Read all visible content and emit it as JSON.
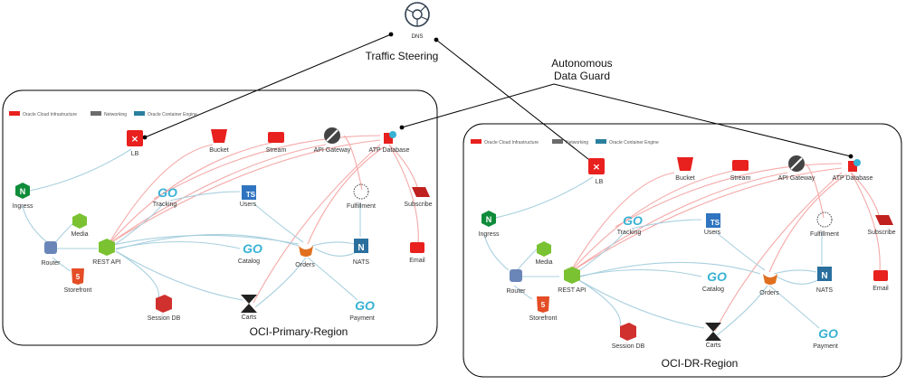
{
  "dns": {
    "label": "DNS"
  },
  "traffic_steering": "Traffic Steering",
  "data_guard": {
    "line1": "Autonomous",
    "line2": "Data Guard"
  },
  "legend": {
    "oci": "Oracle Cloud Infrastructure",
    "networking": "Networking",
    "oke": "Oracle Container Engine"
  },
  "colors": {
    "oci_red": "#e8201e",
    "networking_gray": "#6b6b6b",
    "oke_teal": "#2a7f9e",
    "edge_red": "#f4a9a8",
    "edge_blue": "#a9d0df",
    "go_teal": "#38b2d4",
    "green": "#7ac231"
  },
  "regions": [
    {
      "name": "OCI-Primary-Region",
      "nodes": {
        "lb": "LB",
        "bucket": "Bucket",
        "stream": "Stream",
        "api_gateway": "API Gateway",
        "atp": "ATP Database",
        "ingress": "Ingress",
        "tracking": "Tracking",
        "users": "Users",
        "fulfillment": "Fulfillment",
        "subscribe": "Subscribe",
        "media": "Media",
        "router": "Router",
        "rest_api": "REST API",
        "catalog": "Catalog",
        "orders": "Orders",
        "nats": "NATS",
        "email": "Email",
        "storefront": "Storefront",
        "session_db": "Session DB",
        "carts": "Carts",
        "payment": "Payment"
      }
    },
    {
      "name": "OCI-DR-Region",
      "nodes": {
        "lb": "LB",
        "bucket": "Bucket",
        "stream": "Stream",
        "api_gateway": "API Gateway",
        "atp": "ATP Database",
        "ingress": "Ingress",
        "tracking": "Tracking",
        "users": "Users",
        "fulfillment": "Fulfillment",
        "subscribe": "Subscribe",
        "media": "Media",
        "router": "Router",
        "rest_api": "REST API",
        "catalog": "Catalog",
        "orders": "Orders",
        "nats": "NATS",
        "email": "Email",
        "storefront": "Storefront",
        "session_db": "Session DB",
        "carts": "Carts",
        "payment": "Payment"
      }
    }
  ],
  "icons": {
    "go": "GO",
    "ts": "TS",
    "html5": "5",
    "nats": "N",
    "ingress": "N",
    "lb": "lb-icon",
    "bucket": "bucket-icon",
    "stream": "stream-icon",
    "api_gateway": "api-gateway-icon",
    "atp": "atp-database-icon",
    "subscribe": "subscribe-icon",
    "email": "email-icon",
    "session_db": "session-db-icon",
    "carts": "carts-icon",
    "orders": "java-icon",
    "router": "router-icon",
    "fulfillment": "fulfillment-icon",
    "media": "media-icon",
    "rest_api": "rest-api-icon",
    "dns": "dns-globe-icon"
  }
}
